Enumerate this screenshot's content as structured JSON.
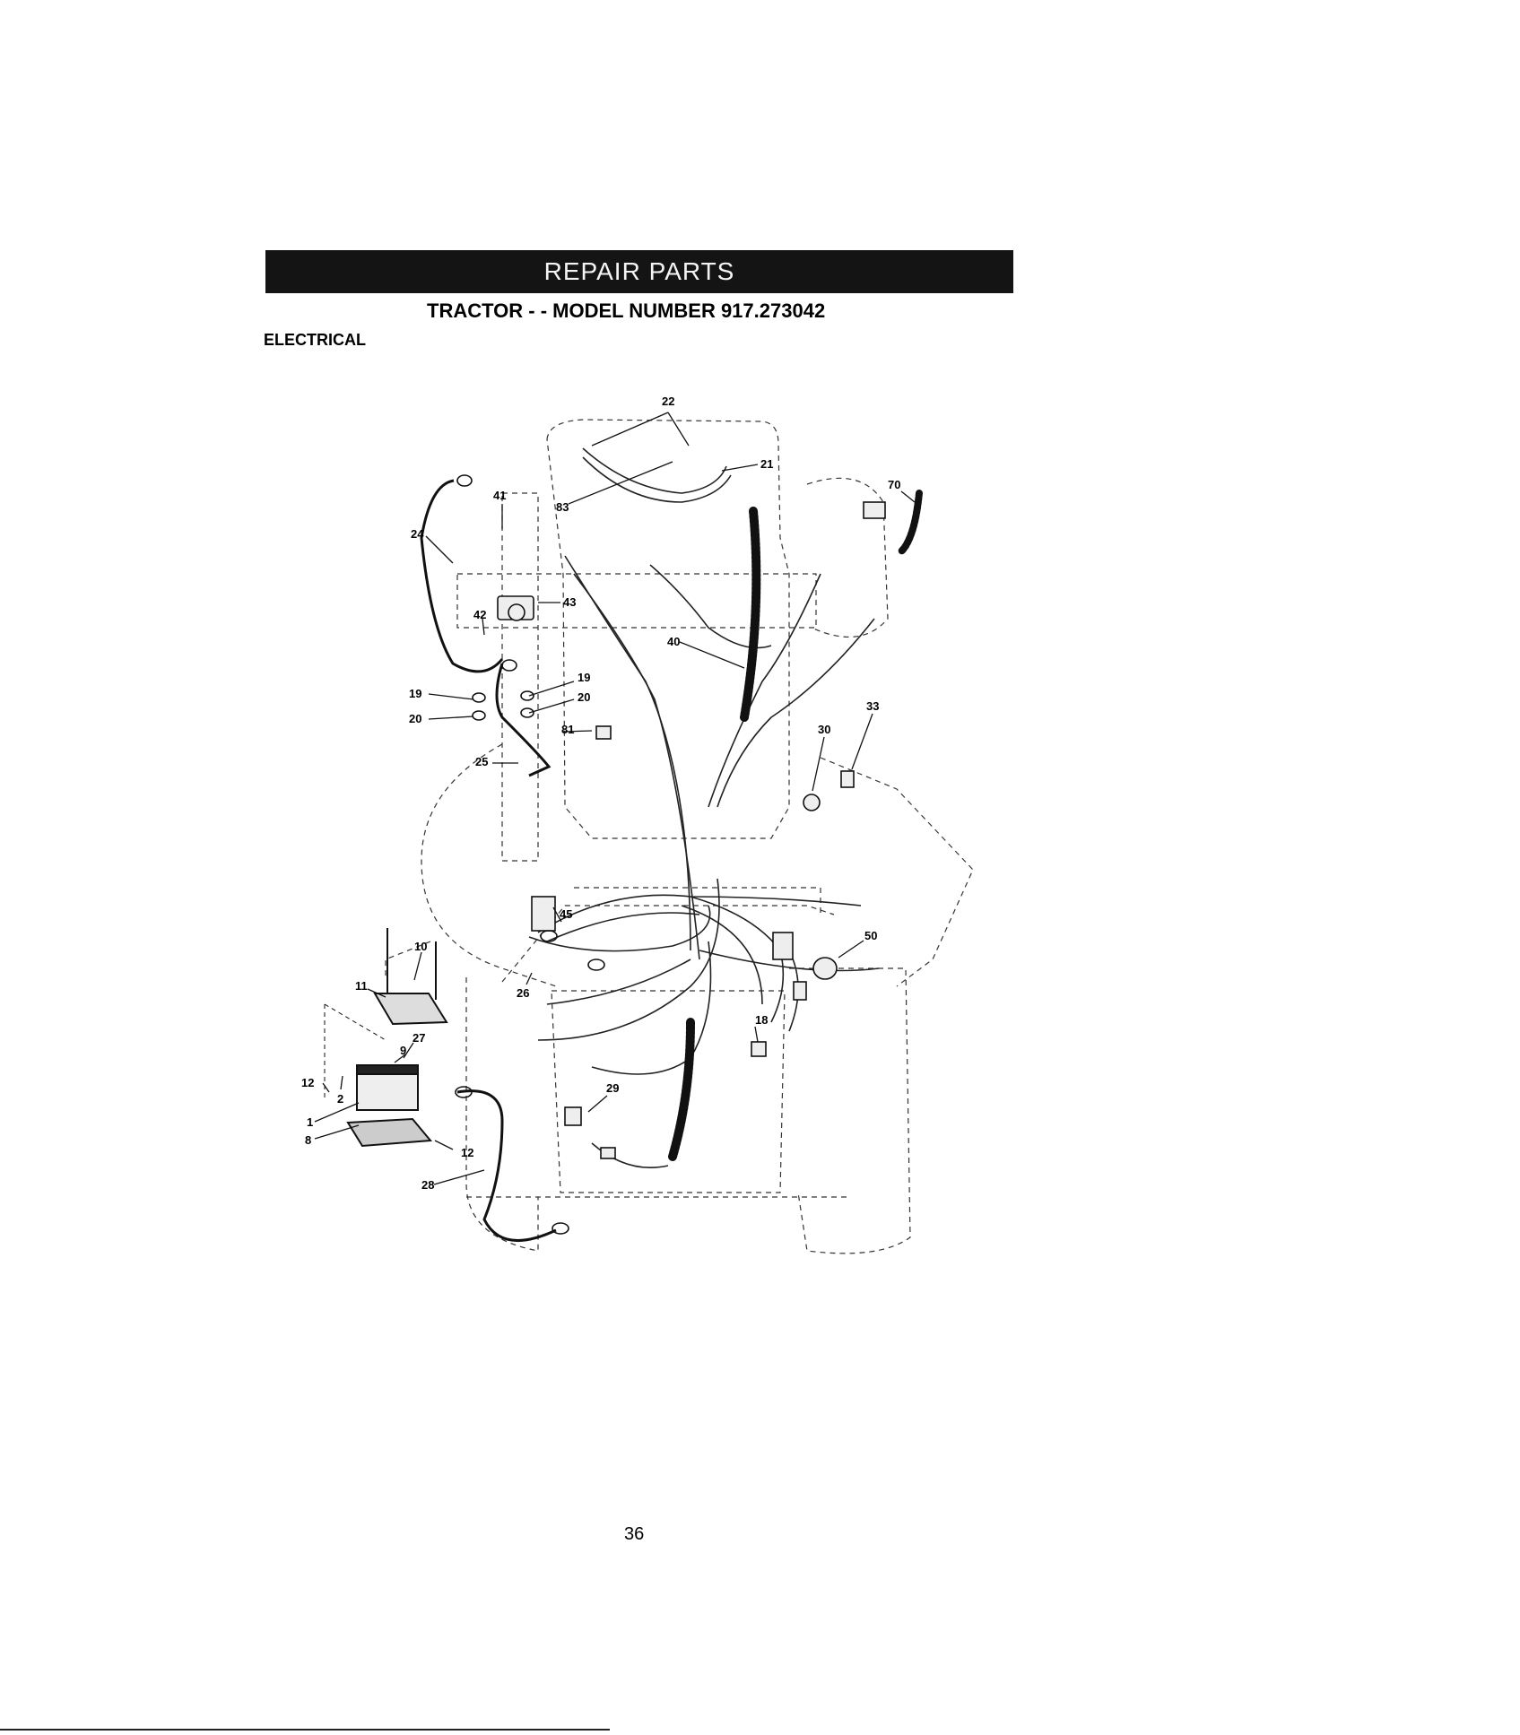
{
  "header": {
    "banner_title": "REPAIR PARTS",
    "subtitle": "TRACTOR - - MODEL NUMBER 917.273042",
    "section_label": "ELECTRICAL"
  },
  "diagram": {
    "callouts": [
      {
        "id": "22",
        "label": "22"
      },
      {
        "id": "21",
        "label": "21"
      },
      {
        "id": "83",
        "label": "83"
      },
      {
        "id": "70",
        "label": "70"
      },
      {
        "id": "41",
        "label": "41"
      },
      {
        "id": "24",
        "label": "24"
      },
      {
        "id": "42",
        "label": "42"
      },
      {
        "id": "43",
        "label": "43"
      },
      {
        "id": "40",
        "label": "40"
      },
      {
        "id": "19a",
        "label": "19"
      },
      {
        "id": "20a",
        "label": "20"
      },
      {
        "id": "19b",
        "label": "19"
      },
      {
        "id": "20b",
        "label": "20"
      },
      {
        "id": "81",
        "label": "81"
      },
      {
        "id": "25",
        "label": "25"
      },
      {
        "id": "33",
        "label": "33"
      },
      {
        "id": "30",
        "label": "30"
      },
      {
        "id": "45",
        "label": "45"
      },
      {
        "id": "50",
        "label": "50"
      },
      {
        "id": "10",
        "label": "10"
      },
      {
        "id": "11",
        "label": "11"
      },
      {
        "id": "26",
        "label": "26"
      },
      {
        "id": "18",
        "label": "18"
      },
      {
        "id": "27",
        "label": "27"
      },
      {
        "id": "9",
        "label": "9"
      },
      {
        "id": "12a",
        "label": "12"
      },
      {
        "id": "2",
        "label": "2"
      },
      {
        "id": "1",
        "label": "1"
      },
      {
        "id": "8",
        "label": "8"
      },
      {
        "id": "29",
        "label": "29"
      },
      {
        "id": "12b",
        "label": "12"
      },
      {
        "id": "28",
        "label": "28"
      }
    ]
  },
  "footer": {
    "page_number": "36"
  }
}
